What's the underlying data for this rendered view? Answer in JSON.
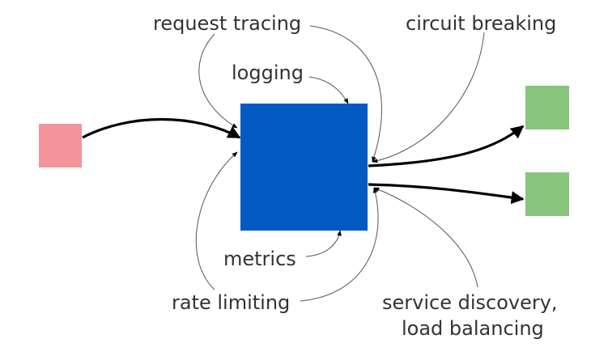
{
  "labels": {
    "request_tracing": "request tracing",
    "logging": "logging",
    "circuit_breaking": "circuit breaking",
    "metrics": "metrics",
    "rate_limiting": "rate limiting",
    "service_discovery_line1": "service discovery,",
    "service_discovery_line2": "load balancing"
  },
  "colors": {
    "client": "#f4939a",
    "proxy": "#045ac3",
    "upstream": "#87c47c",
    "text": "#333333"
  }
}
